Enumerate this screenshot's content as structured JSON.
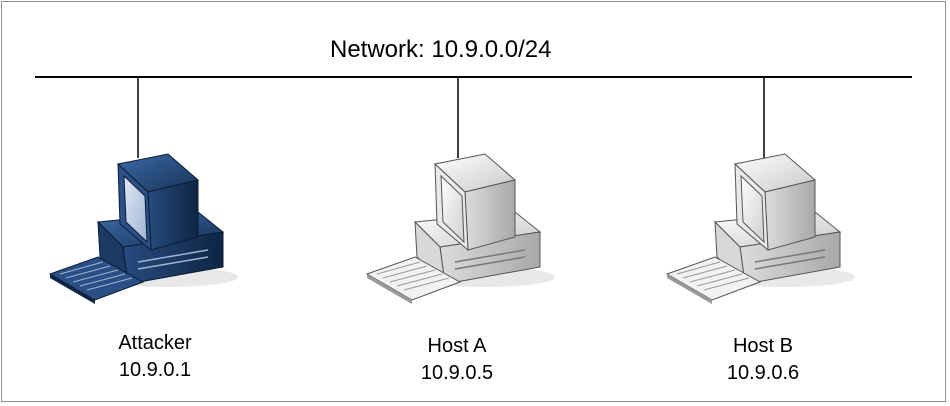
{
  "network": {
    "label": "Network: 10.9.0.0/24"
  },
  "hosts": [
    {
      "name": "Attacker",
      "ip": "10.9.0.1",
      "role": "attacker",
      "color": "#1f3f6b"
    },
    {
      "name": "Host A",
      "ip": "10.9.0.5",
      "role": "host",
      "color": "#e6e6e6"
    },
    {
      "name": "Host B",
      "ip": "10.9.0.6",
      "role": "host",
      "color": "#e6e6e6"
    }
  ]
}
